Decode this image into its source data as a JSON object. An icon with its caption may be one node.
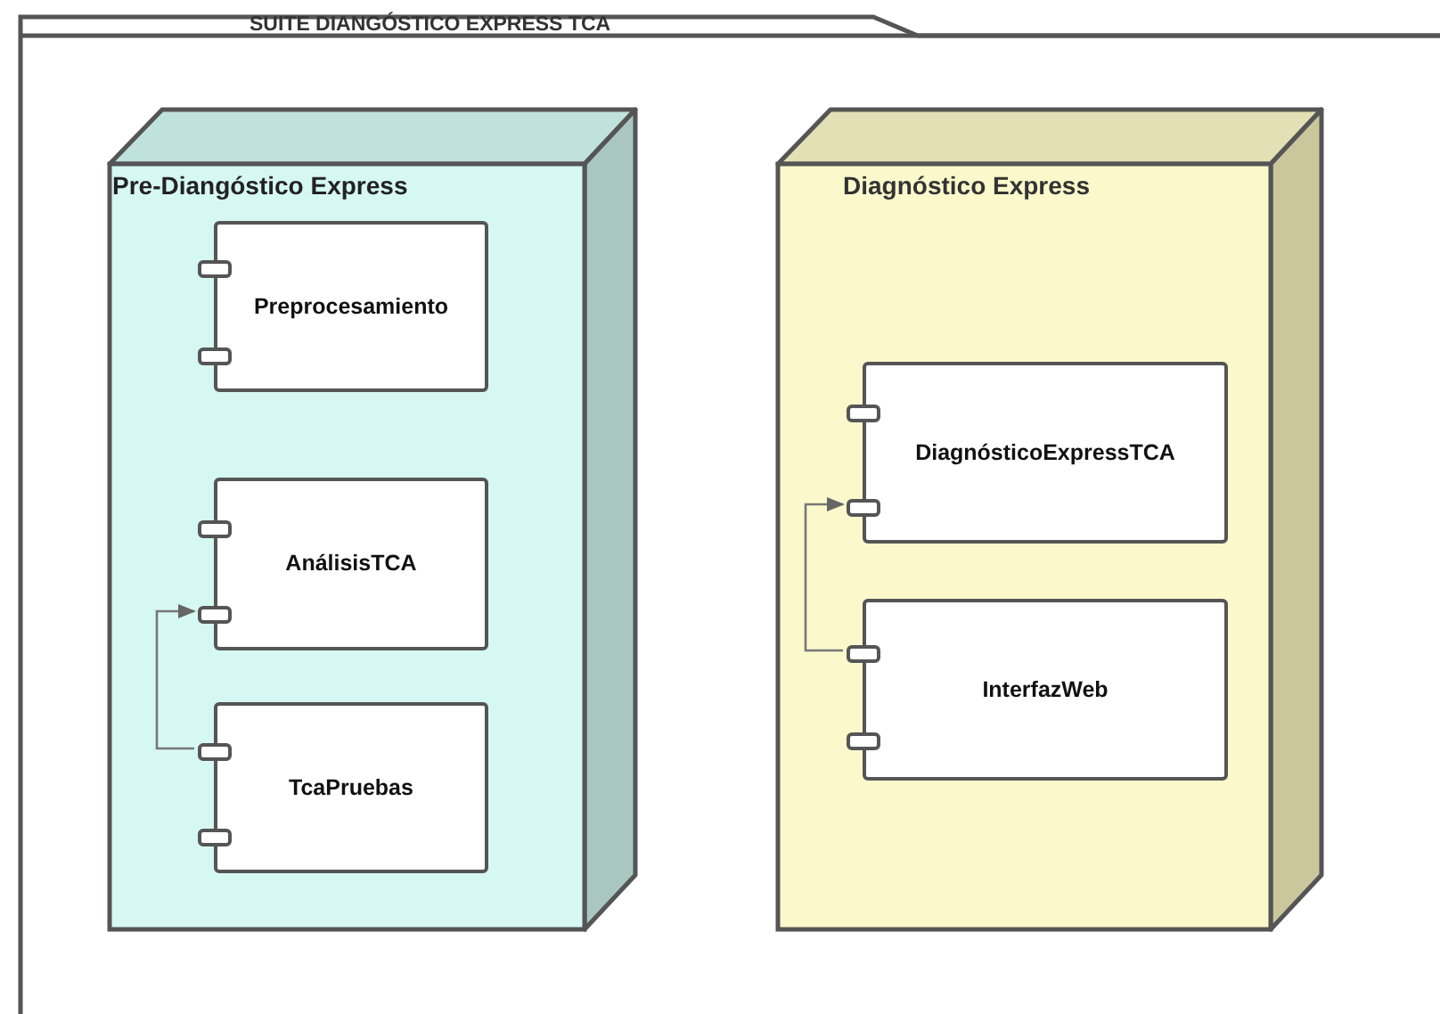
{
  "diagram": {
    "nodes": [
      {
        "text": [
          "SUITE DIANGÓSTICO EXPRESS TCA"
        ]
      },
      {
        "text": [
          "Pre-Diangóstico Express"
        ],
        "in": 0
      },
      {
        "text": [
          "Preprocesamiento"
        ],
        "in": 1
      },
      {
        "text": [
          "AnálisisTCA"
        ],
        "in": 1
      },
      {
        "text": [
          "TcaPruebas"
        ],
        "in": 1
      },
      {
        "text": [
          "Diagnóstico Express"
        ],
        "in": 0
      },
      {
        "text": [
          "DiagnósticoExpressTCA"
        ],
        "in": 5
      },
      {
        "text": [
          "InterfazWeb"
        ],
        "in": 5
      }
    ],
    "edges": [
      {
        "from": 4,
        "to": 3,
        "arrow": "to"
      },
      {
        "from": 7,
        "to": 6,
        "arrow": "to"
      }
    ]
  }
}
